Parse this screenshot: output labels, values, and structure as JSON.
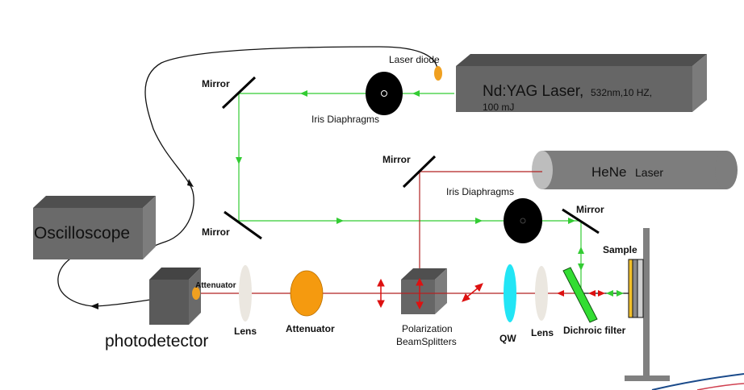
{
  "labels": {
    "laser_diode": "Laser diode",
    "nd_yag_main": "Nd:YAG Laser,",
    "nd_yag_spec1": "532nm,10  HZ,",
    "nd_yag_spec2": "100  mJ",
    "mirror_top_left": "Mirror",
    "iris_top": "Iris Diaphragms",
    "mirror_center": "Mirror",
    "hene_main": "HeNe",
    "hene_sub": "Laser",
    "iris_mid": "Iris Diaphragms",
    "mirror_right": "Mirror",
    "mirror_mid_left": "Mirror",
    "oscilloscope": "Oscilloscope",
    "photodetector_attenuator": "Attenuator",
    "photodetector": "photodetector",
    "lens_left": "Lens",
    "attenuator": "Attenuator",
    "pbs_line1": "Polarization",
    "pbs_line2": "BeamSplitters",
    "qw": "QW",
    "lens_right": "Lens",
    "dichroic": "Dichroic filter",
    "sample": "Sample"
  },
  "colors": {
    "green_beam": "#33cc33",
    "red_beam": "#b22222",
    "red_arrow": "#dd1111",
    "device_gray": "#666666",
    "attenuator_orange": "#f59a0f",
    "qw_cyan": "#22e5f5",
    "lens_beige": "#ebe7e0",
    "dichroic_green": "#33dd33",
    "sample_yellow": "#f2c02a"
  }
}
